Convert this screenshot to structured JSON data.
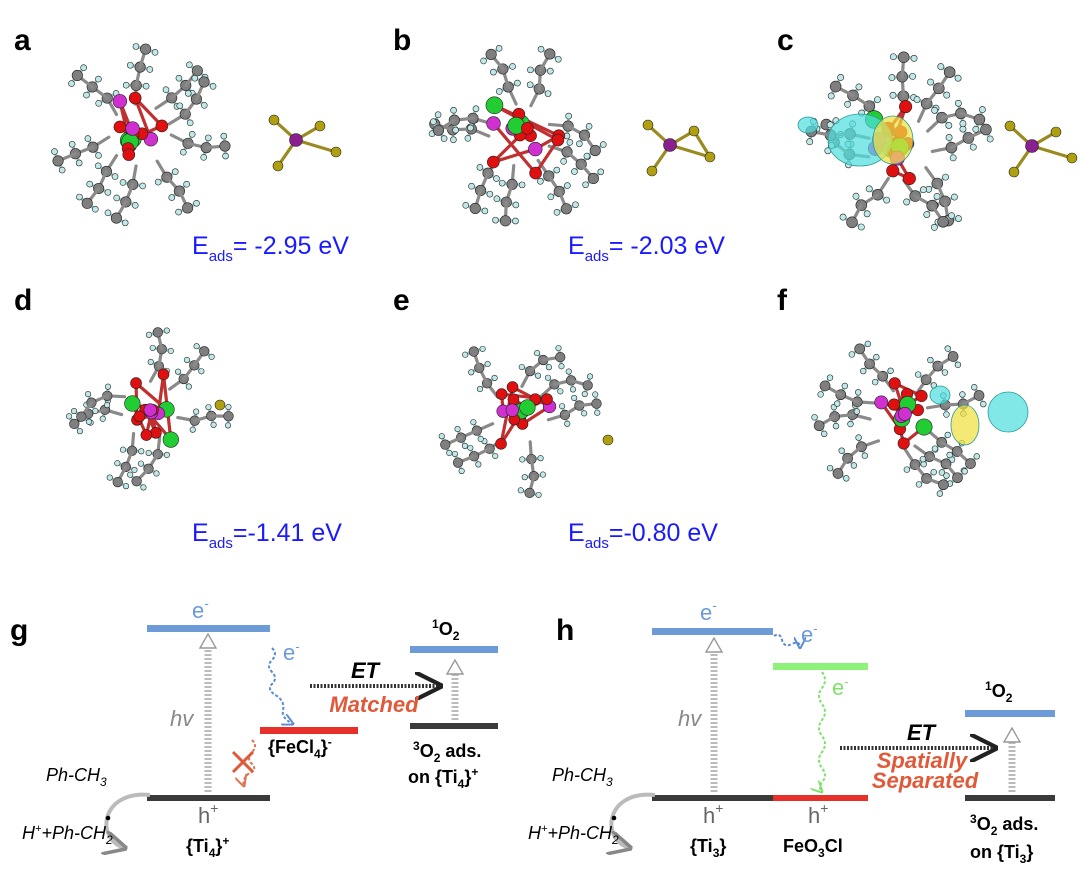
{
  "panel_labels": [
    "a",
    "b",
    "c",
    "d",
    "e",
    "f",
    "g",
    "h"
  ],
  "adsorption": {
    "a": {
      "prefix": "E",
      "sub": "ads",
      "value": "= -2.95 eV"
    },
    "b": {
      "prefix": "E",
      "sub": "ads",
      "value": "= -2.03 eV"
    },
    "d": {
      "prefix": "E",
      "sub": "ads",
      "value": "=-1.41 eV"
    },
    "e": {
      "prefix": "E",
      "sub": "ads",
      "value": "=-0.80 eV"
    }
  },
  "panel_g": {
    "electron": "e",
    "electron_sup": "-",
    "hole": "h",
    "hole_sup": "+",
    "hv": "hv",
    "singlet": {
      "sup": "1",
      "base": "O",
      "sub": "2"
    },
    "et": "ET",
    "et_note": "Matched",
    "acceptor": {
      "open": "{FeCl",
      "sub": "4",
      "close": "}",
      "sup": "-"
    },
    "triplet_line1": {
      "sup": "3",
      "base": "O",
      "sub": "2",
      "rest": " ads."
    },
    "triplet_line2": {
      "prefix": "on {Ti",
      "sub": "4",
      "close": "}",
      "sup": "+"
    },
    "cluster": {
      "open": "{Ti",
      "sub": "4",
      "close": "}",
      "sup": "+"
    },
    "substrate": {
      "text": "Ph-CH",
      "sub": "3"
    },
    "product": {
      "text": "H",
      "sup": "+",
      "rest": "+Ph-",
      "radical": "CH",
      "sub": "2"
    }
  },
  "panel_h": {
    "electron": "e",
    "electron_sup": "-",
    "hole": "h",
    "hole_sup": "+",
    "hv": "hv",
    "singlet": {
      "sup": "1",
      "base": "O",
      "sub": "2"
    },
    "et": "ET",
    "et_note_line1": "Spatially",
    "et_note_line2": "Separated",
    "cluster": {
      "open": "{Ti",
      "sub": "3",
      "close": "}"
    },
    "iron_site": {
      "a": "FeO",
      "sub": "3",
      "b": "Cl"
    },
    "triplet_line1": {
      "sup": "3",
      "base": "O",
      "sub": "2",
      "rest": " ads."
    },
    "triplet_line2": {
      "prefix": "on {Ti",
      "sub": "3",
      "close": "}"
    },
    "substrate": {
      "text": "Ph-CH",
      "sub": "3"
    },
    "product": {
      "text": "H",
      "sup": "+",
      "rest": "+Ph-",
      "radical": "CH",
      "sub": "2"
    }
  },
  "colors": {
    "blue_level": "#6c9bd8",
    "red_level": "#e8302a",
    "green_level": "#8ef27a",
    "dark_level": "#3a3a3a",
    "eads_text": "#1a1aff",
    "et_note": "#e05a3a",
    "carbon": "#7f7f7f",
    "oxygen": "#e01010",
    "titanium": "#22cc33",
    "phosphorus": "#d030d0",
    "iron": "#8a2090",
    "chlorine": "#b0a010",
    "isosurface_cyan": "#50dede",
    "isosurface_yellow": "#f0e040"
  }
}
